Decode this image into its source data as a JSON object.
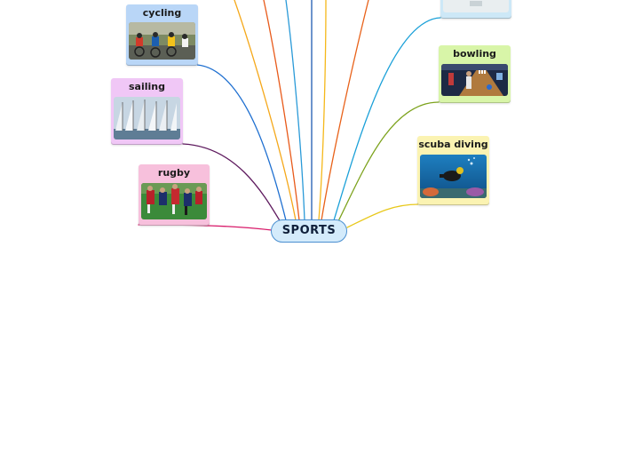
{
  "central": {
    "label": "SPORTS",
    "fill": "#d4ebfb",
    "border": "#4a8fd0"
  },
  "topics": [
    {
      "key": "cycling",
      "label": "cycling",
      "fill": "#b9d6f7",
      "line": "#1e6fd0",
      "icon": "cycling-race-photo"
    },
    {
      "key": "sailing",
      "label": "sailing",
      "fill": "#f0c7f6",
      "line": "#5e1a5e",
      "icon": "sailboats-photo"
    },
    {
      "key": "rugby",
      "label": "rugby",
      "fill": "#f7c0dc",
      "line": "#d81b6a",
      "icon": "rugby-players-photo"
    },
    {
      "key": "bowling",
      "label": "bowling",
      "fill": "#d8f5a8",
      "line": "#7ca21c",
      "icon": "bowling-alley-photo"
    },
    {
      "key": "scuba",
      "label": "scuba diving",
      "fill": "#fbf3b2",
      "line": "#e8c81a",
      "icon": "scuba-diver-photo"
    },
    {
      "key": "top-right",
      "label": "",
      "fill": "#cde8f7",
      "line": "#1aa0d8",
      "icon": "partial-topic-photo"
    }
  ],
  "offscreen_branch_colors": [
    "#f5a81a",
    "#e85a1a",
    "#2a9ad8",
    "#1e5ab0",
    "#f5b81a",
    "#e8621a"
  ]
}
